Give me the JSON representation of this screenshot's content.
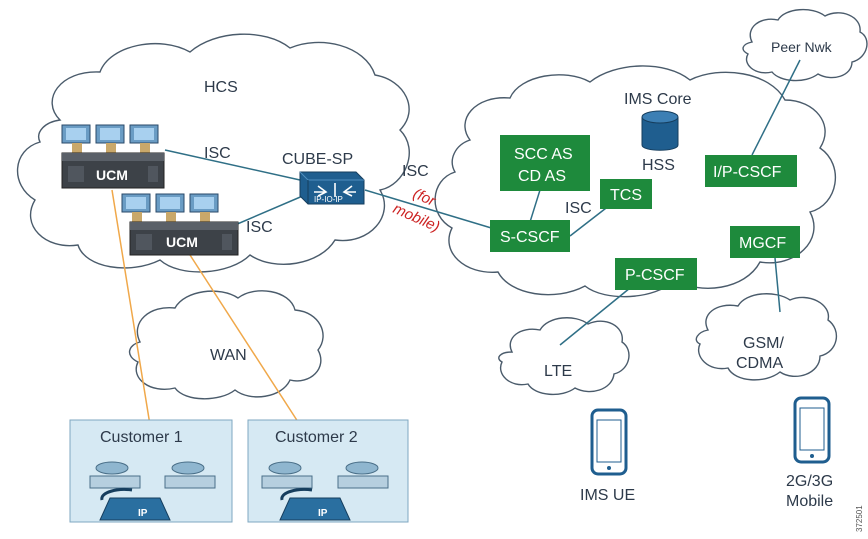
{
  "clouds": {
    "hcs": "HCS",
    "ims_core": "IMS Core",
    "peer_nwk": "Peer Nwk",
    "wan": "WAN",
    "lte": "LTE",
    "gsm_cdma_line1": "GSM/",
    "gsm_cdma_line2": "CDMA"
  },
  "nodes": {
    "ucm_1": "UCM",
    "ucm_2": "UCM",
    "cube_sp": "CUBE-SP",
    "cube_sp_device": "IP-IO-IP",
    "hss": "HSS",
    "scc_as_line1": "SCC AS",
    "scc_as_line2": "CD AS",
    "tcs": "TCS",
    "s_cscf": "S-CSCF",
    "i_p_cscf": "I/P-CSCF",
    "mgcf": "MGCF",
    "p_cscf": "P-CSCF"
  },
  "links": {
    "isc_ucm1": "ISC",
    "isc_ucm2": "ISC",
    "isc_cube": "ISC",
    "isc_tcs": "ISC",
    "for_mobile_line1": "(for",
    "for_mobile_line2": "mobile)"
  },
  "sites": {
    "customer_1": "Customer 1",
    "customer_2": "Customer 2"
  },
  "endpoints": {
    "ims_ue": "IMS UE",
    "mobile_line1": "2G/3G",
    "mobile_line2": "Mobile",
    "ip_phone_label": "IP"
  },
  "figure_id": "372501",
  "colors": {
    "ims_node": "#1e8a3c",
    "link_blue": "#2f6f86",
    "link_orange": "#f0a84a",
    "customer_box": "#d6e9f3",
    "for_mobile_text": "#cc2222"
  }
}
